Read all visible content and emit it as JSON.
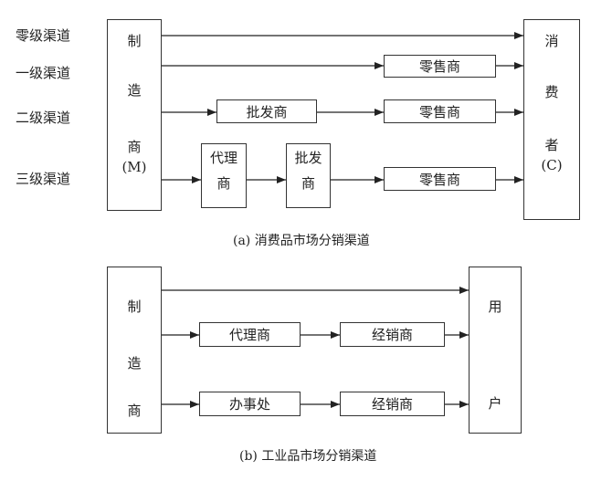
{
  "diagram_a": {
    "row_labels": [
      "零级渠道",
      "一级渠道",
      "二级渠道",
      "三级渠道"
    ],
    "manufacturer": [
      "制",
      "造",
      "商",
      "(M)"
    ],
    "consumer": [
      "消",
      "费",
      "者",
      "(C)"
    ],
    "retailer": "零售商",
    "wholesaler": "批发商",
    "agent": [
      "代理",
      "商"
    ],
    "wholesaler_stacked": [
      "批发",
      "商"
    ],
    "caption": "(a)  消费品市场分销渠道"
  },
  "diagram_b": {
    "manufacturer": [
      "制",
      "造",
      "商"
    ],
    "user": [
      "用",
      "户"
    ],
    "agent": "代理商",
    "dealer": "经销商",
    "office": "办事处",
    "caption": "(b)  工业品市场分销渠道"
  }
}
